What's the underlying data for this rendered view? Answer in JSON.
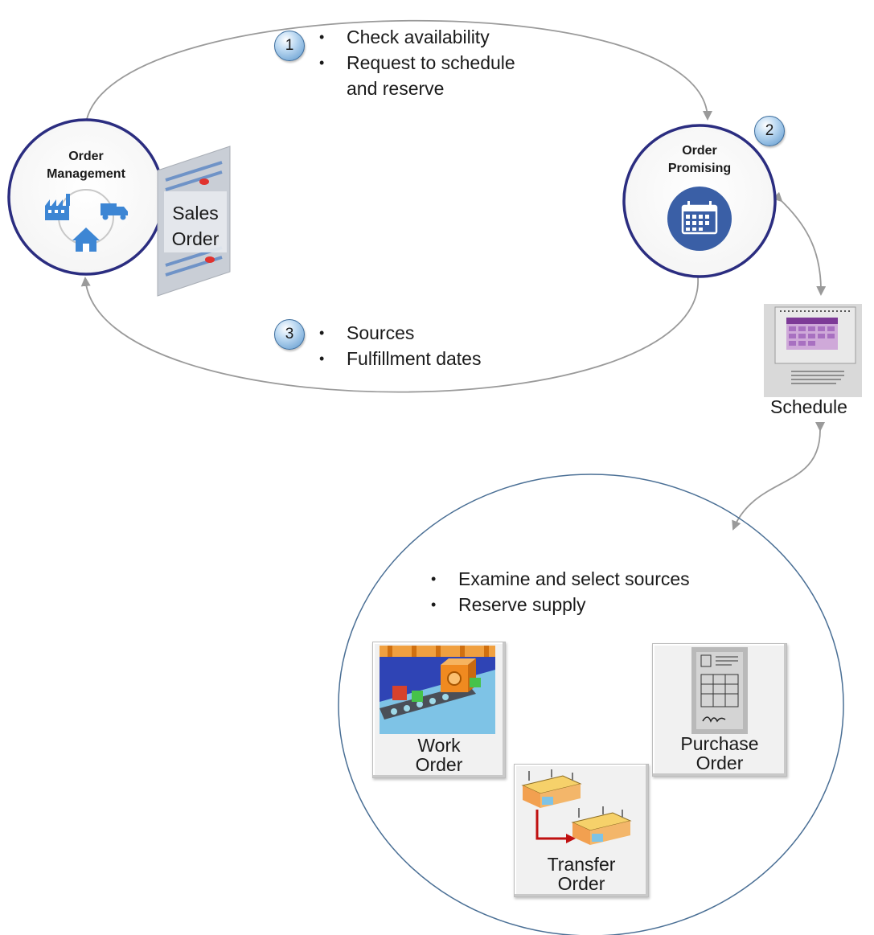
{
  "steps": [
    {
      "number": "1",
      "bullets": [
        "Check availability",
        "Request to schedule",
        "and reserve"
      ]
    },
    {
      "number": "2"
    },
    {
      "number": "3",
      "bullets": [
        "Sources",
        "Fulfillment dates"
      ]
    }
  ],
  "nodes": {
    "order_management": {
      "title_line1": "Order",
      "title_line2": "Management"
    },
    "order_promising": {
      "title_line1": "Order",
      "title_line2": "Promising"
    },
    "sales_order": {
      "line1": "Sales",
      "line2": "Order"
    },
    "schedule": {
      "label": "Schedule"
    }
  },
  "supply": {
    "bullets": [
      "Examine and select sources",
      "Reserve supply"
    ],
    "work_order": {
      "line1": "Work",
      "line2": "Order"
    },
    "transfer_order": {
      "line1": "Transfer",
      "line2": "Order"
    },
    "purchase_order": {
      "line1": "Purchase",
      "line2": "Order"
    }
  },
  "icons": {
    "order_management": [
      "factory-icon",
      "truck-icon",
      "home-icon"
    ],
    "order_promising": "calendar-icon",
    "sales_order": "document-icon",
    "schedule": "schedule-calendar-icon",
    "work_order": "assembly-line-icon",
    "transfer_order": "warehouse-transfer-icon",
    "purchase_order": "purchase-document-icon"
  },
  "colors": {
    "node_border": "#2b2d80",
    "icon_blue": "#3d86d4",
    "promising_blue": "#3a5fa6",
    "arrow": "#9a9a9a",
    "supply_border": "#4a6f95"
  }
}
